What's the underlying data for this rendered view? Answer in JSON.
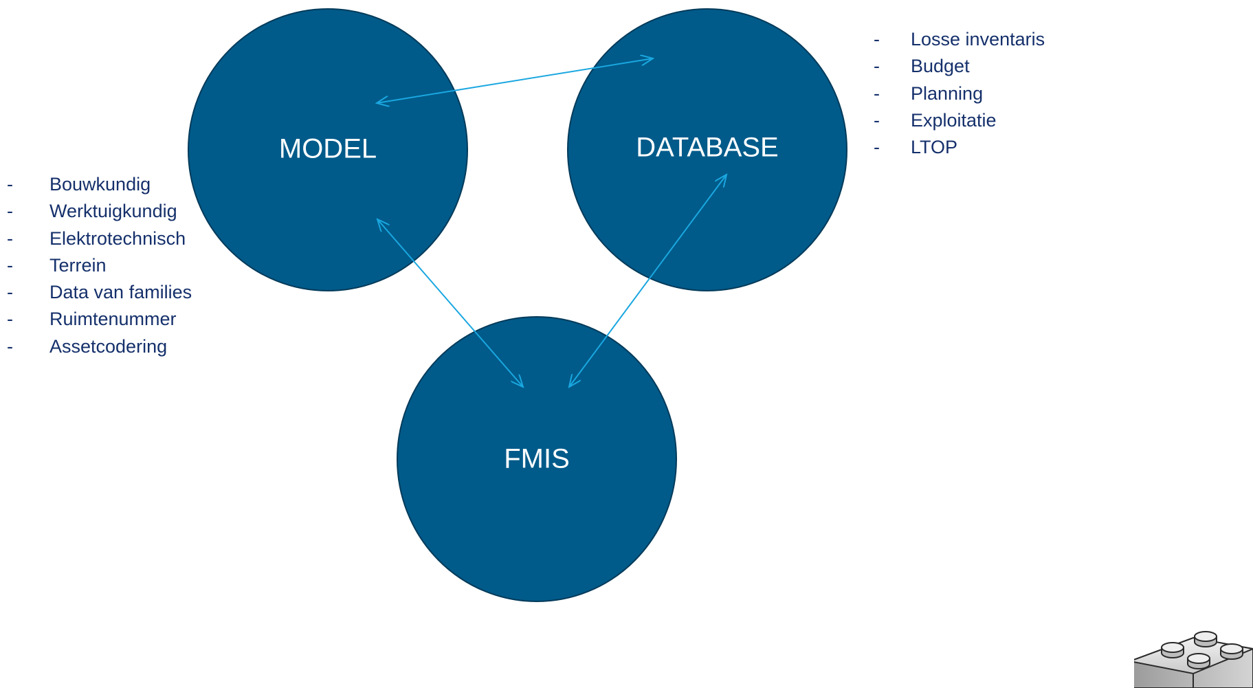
{
  "nodes": {
    "model": {
      "label": "MODEL"
    },
    "database": {
      "label": "DATABASE"
    },
    "fmis": {
      "label": "FMIS"
    }
  },
  "model_items": [
    "Bouwkundig",
    "Werktuigkundig",
    "Elektrotechnisch",
    "Terrein",
    "Data van families",
    "Ruimtenummer",
    "Assetcodering"
  ],
  "database_items": [
    "Losse inventaris",
    "Budget",
    "Planning",
    "Exploitatie",
    "LTOP"
  ],
  "bullet_marker": "-",
  "colors": {
    "circle_fill": "#005b8a",
    "circle_stroke": "#003a5a",
    "arrow": "#1aa7e0",
    "list_text": "#15306b",
    "node_text": "#ffffff"
  },
  "icons": {
    "corner": "lego-brick-icon"
  }
}
